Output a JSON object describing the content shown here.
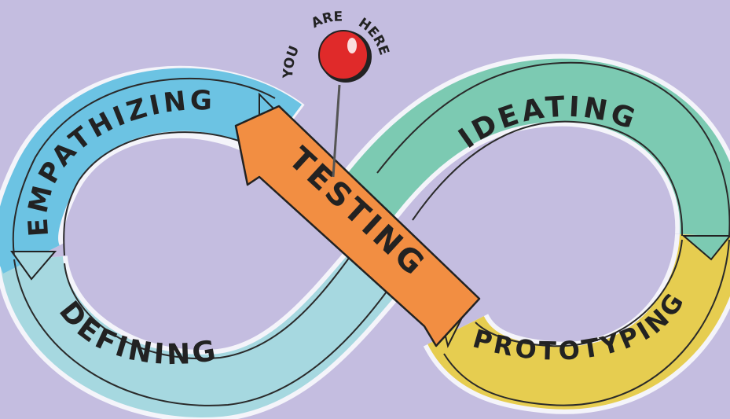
{
  "stages": {
    "empathizing": "EMPATHIZING",
    "defining": "DEFINING",
    "testing": "TESTING",
    "ideating": "IDEATING",
    "prototyping": "PROTOTYPING"
  },
  "pin": {
    "you": "YOU",
    "are": "ARE",
    "here": "HERE"
  },
  "colors": {
    "background": "#c4bde0",
    "empathizing": "#6cc3e3",
    "defining": "#a6d8e0",
    "testing": "#f28e42",
    "ideating": "#7ccab2",
    "prototyping": "#e6cd50",
    "pin": "#e02a2a"
  }
}
